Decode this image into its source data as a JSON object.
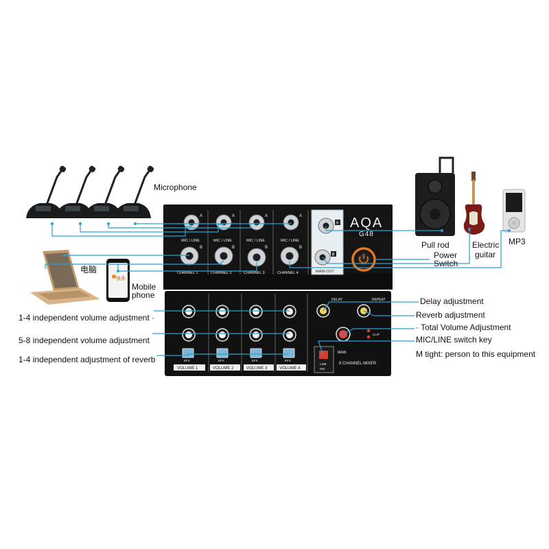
{
  "labels": {
    "microphone": "Microphone",
    "computer": "电脑",
    "mobile_phone_line1": "Mobile",
    "mobile_phone_line2": "phone",
    "pull_rod": "Pull rod",
    "electric_guitar_line1": "Electric",
    "electric_guitar_line2": "guitar",
    "mp3": "MP3",
    "power_switch_line1": "Power",
    "power_switch_line2": "Switch",
    "delay_adjustment": "Delay adjustment",
    "reverb_adjustment": "Reverb adjustment",
    "total_volume": "· Total Volume Adjustment",
    "mic_line_switch": "MIC/LINE switch key",
    "m_tight": "M tight: person to this equipment",
    "vol_1_4": "1-4 independent volume adjustment ·",
    "vol_5_8": "5-8 independent volume adjustment",
    "reverb_1_4": "1-4 independent adjustment of reverb"
  },
  "mixer": {
    "brand": "AQA",
    "model": "G48",
    "mic_line_label": "MIC / LINE",
    "channels": [
      "CHANNEL 1",
      "CHANNEL 2",
      "CHANNEL 3",
      "CHANNEL 4"
    ],
    "main_out": "MAIN OUT",
    "jack_a": "A",
    "jack_b": "B",
    "volumes": [
      "VOLUME 1",
      "VOLUME 2",
      "VOLUME 3",
      "VOLUME 4"
    ],
    "efx": "EFX",
    "delay": "DELAY",
    "repeat": "REPEAT",
    "clip": "CLIP",
    "main": "MAIN",
    "line": "LINE",
    "mic": "MIC",
    "product_name": "8 CHANNEL MIXER"
  },
  "phone_app": "快手",
  "colors": {
    "wire": "#2a9fd6",
    "panel": "#141414",
    "power_ring": "#e8761c",
    "main_knob_cap": "#e0473b",
    "switch_red": "#d93b2b"
  }
}
